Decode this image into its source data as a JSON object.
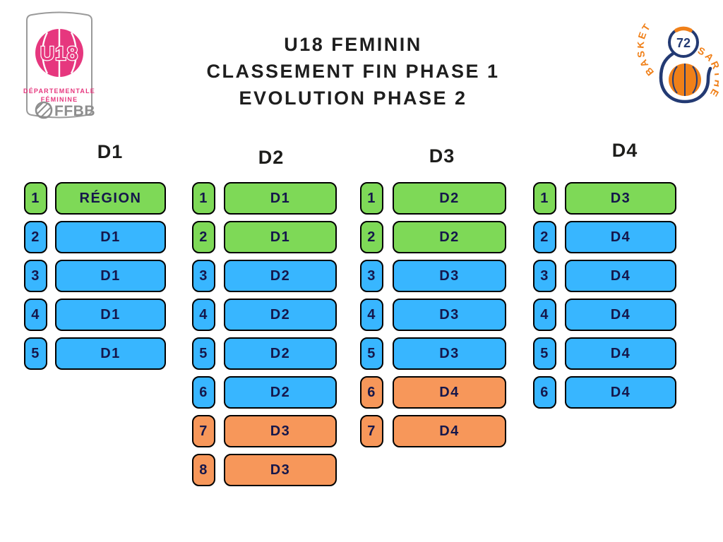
{
  "title": {
    "line1": "U18 FEMININ",
    "line2": "CLASSEMENT FIN PHASE 1",
    "line3": "EVOLUTION PHASE 2"
  },
  "logo_u18": {
    "main": "U18",
    "sub1": "DÉPARTEMENTALE",
    "sub2": "FÉMININE",
    "org": "FFBB"
  },
  "logo_sarthe": {
    "number": "72",
    "word_left": "BASKET",
    "word_right": "SARTHE"
  },
  "colors": {
    "green": "#7ED957",
    "blue": "#38B6FF",
    "orange": "#F7975A",
    "box_text": "#15174B",
    "pink": "#E6377E",
    "gray": "#8D8D8D",
    "navy": "#233A73",
    "logo_orange": "#F08019"
  },
  "columns": [
    {
      "header": "D1",
      "rows": [
        {
          "num": "1",
          "label": "RÉGION",
          "color": "green"
        },
        {
          "num": "2",
          "label": "D1",
          "color": "blue"
        },
        {
          "num": "3",
          "label": "D1",
          "color": "blue"
        },
        {
          "num": "4",
          "label": "D1",
          "color": "blue"
        },
        {
          "num": "5",
          "label": "D1",
          "color": "blue"
        }
      ]
    },
    {
      "header": "D2",
      "rows": [
        {
          "num": "1",
          "label": "D1",
          "color": "green"
        },
        {
          "num": "2",
          "label": "D1",
          "color": "green"
        },
        {
          "num": "3",
          "label": "D2",
          "color": "blue"
        },
        {
          "num": "4",
          "label": "D2",
          "color": "blue"
        },
        {
          "num": "5",
          "label": "D2",
          "color": "blue"
        },
        {
          "num": "6",
          "label": "D2",
          "color": "blue"
        },
        {
          "num": "7",
          "label": "D3",
          "color": "orange"
        },
        {
          "num": "8",
          "label": "D3",
          "color": "orange"
        }
      ]
    },
    {
      "header": "D3",
      "rows": [
        {
          "num": "1",
          "label": "D2",
          "color": "green"
        },
        {
          "num": "2",
          "label": "D2",
          "color": "green"
        },
        {
          "num": "3",
          "label": "D3",
          "color": "blue"
        },
        {
          "num": "4",
          "label": "D3",
          "color": "blue"
        },
        {
          "num": "5",
          "label": "D3",
          "color": "blue"
        },
        {
          "num": "6",
          "label": "D4",
          "color": "orange"
        },
        {
          "num": "7",
          "label": "D4",
          "color": "orange"
        }
      ]
    },
    {
      "header": "D4",
      "rows": [
        {
          "num": "1",
          "label": "D3",
          "color": "green"
        },
        {
          "num": "2",
          "label": "D4",
          "color": "blue"
        },
        {
          "num": "3",
          "label": "D4",
          "color": "blue"
        },
        {
          "num": "4",
          "label": "D4",
          "color": "blue"
        },
        {
          "num": "5",
          "label": "D4",
          "color": "blue"
        },
        {
          "num": "6",
          "label": "D4",
          "color": "blue"
        }
      ]
    }
  ]
}
